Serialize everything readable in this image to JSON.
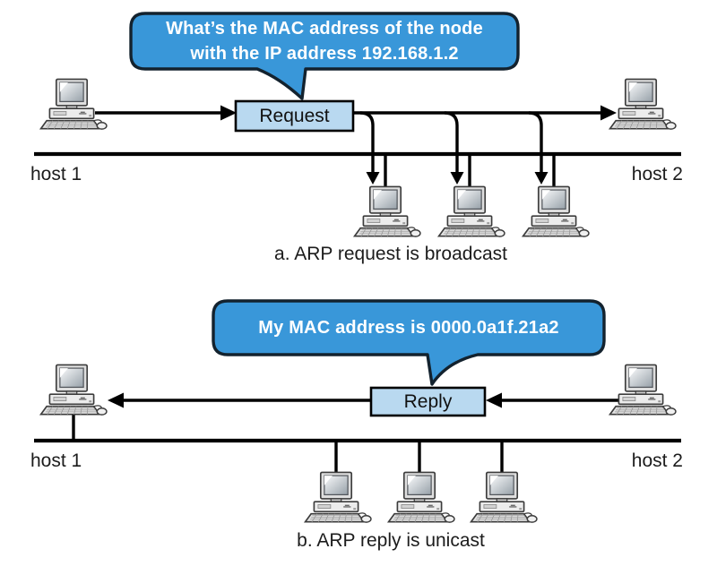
{
  "colors": {
    "bubble_fill": "#3997d9",
    "bubble_border": "#13222e",
    "packet_box_fill": "#b9d9f0",
    "packet_box_border": "#000000",
    "line_color": "#000000",
    "bubble_text_color": "#ffffff",
    "text_color": "#1c1c1c"
  },
  "section_a": {
    "bubble": {
      "line1": "What’s the MAC address of the node",
      "line2": "with the IP address 192.168.1.2"
    },
    "packet_label": "Request",
    "host_left_label": "host 1",
    "host_right_label": "host 2",
    "caption": "a. ARP request is broadcast"
  },
  "section_b": {
    "bubble": {
      "line1": "My MAC address is 0000.0a1f.21a2"
    },
    "packet_label": "Reply",
    "host_left_label": "host 1",
    "host_right_label": "host 2",
    "caption": "b. ARP reply is unicast"
  }
}
